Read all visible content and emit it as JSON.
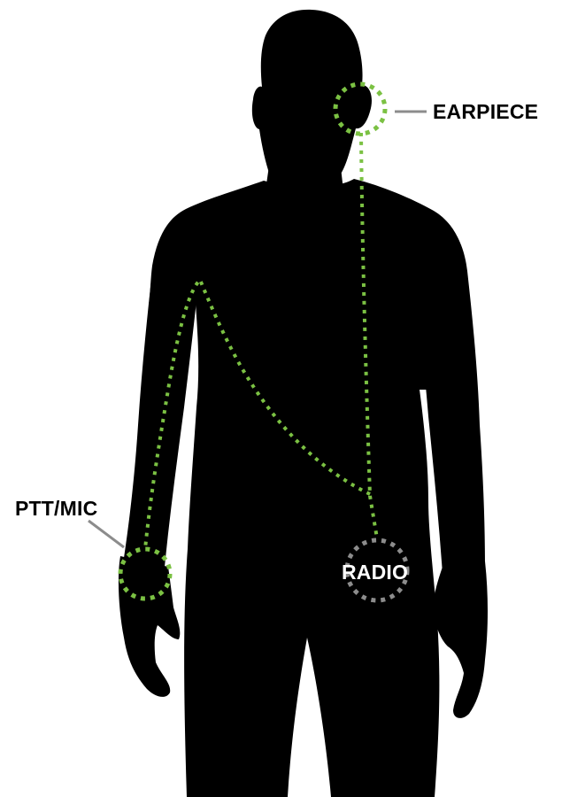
{
  "diagram": {
    "labels": {
      "earpiece": "EARPIECE",
      "ptt_mic": "PTT/MIC",
      "radio": "RADIO"
    },
    "colors": {
      "background": "#ffffff",
      "silhouette": "#000000",
      "cable": "#7bc143",
      "radio_ring": "#8c8c8c",
      "leader_line": "#8c8c8c",
      "label_dark": "#000000",
      "label_light": "#ffffff"
    }
  }
}
